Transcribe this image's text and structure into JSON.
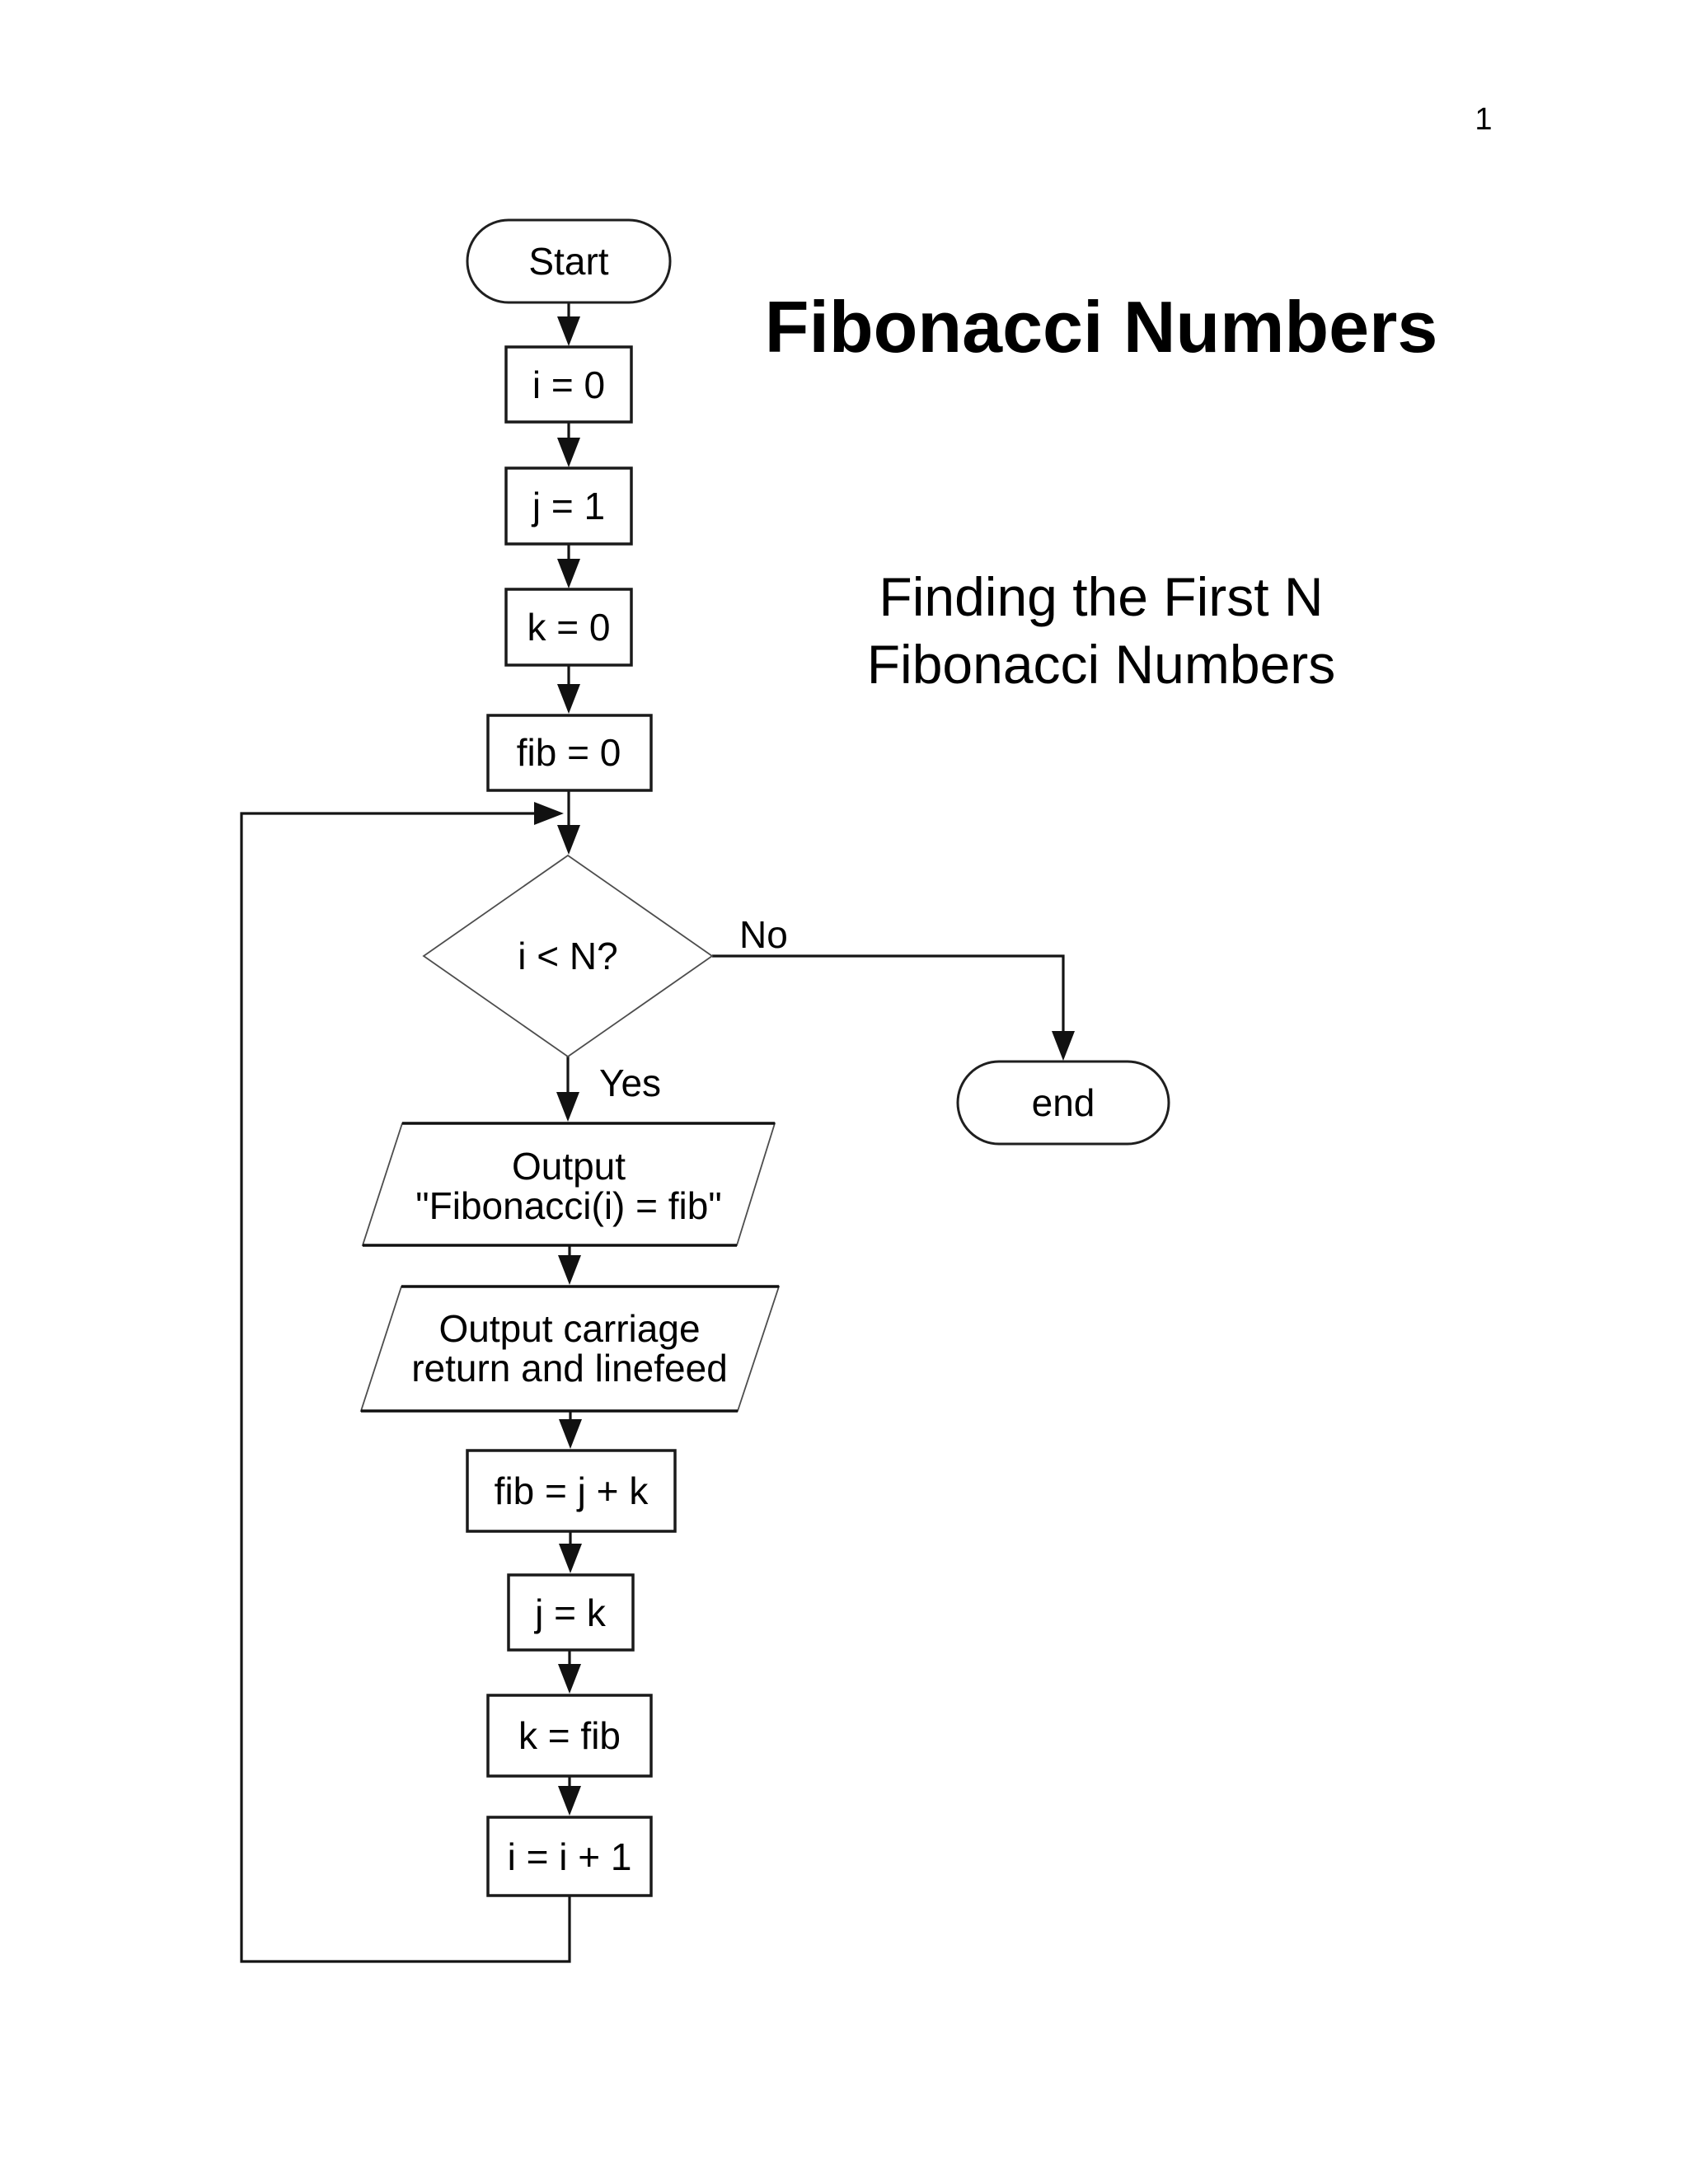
{
  "page": {
    "number": "1"
  },
  "title": "Fibonacci Numbers",
  "subtitle": {
    "line1": "Finding the First N",
    "line2": "Fibonacci Numbers"
  },
  "nodes": {
    "start": {
      "shape": "terminator",
      "label": "Start"
    },
    "init_i": {
      "shape": "process",
      "label": "i = 0"
    },
    "init_j": {
      "shape": "process",
      "label": "j = 1"
    },
    "init_k": {
      "shape": "process",
      "label": "k = 0"
    },
    "init_fib": {
      "shape": "process",
      "label": "fib = 0"
    },
    "decision": {
      "shape": "decision",
      "label": "i < N?"
    },
    "end": {
      "shape": "terminator",
      "label": "end"
    },
    "output_fib": {
      "shape": "io",
      "line1": "Output",
      "line2": "\"Fibonacci(i) = fib\""
    },
    "output_crlf": {
      "shape": "io",
      "line1": "Output carriage",
      "line2": "return and linefeed"
    },
    "calc_fib": {
      "shape": "process",
      "label": "fib = j + k"
    },
    "assign_j": {
      "shape": "process",
      "label": "j = k"
    },
    "assign_k": {
      "shape": "process",
      "label": "k = fib"
    },
    "incr_i": {
      "shape": "process",
      "label": "i = i + 1"
    }
  },
  "edges": {
    "yes_label": "Yes",
    "no_label": "No"
  },
  "colors": {
    "background": "#ffffff",
    "ink": "#000000",
    "shape_stroke": "#1a1a1a",
    "thin_stroke": "#4d4d4d"
  }
}
